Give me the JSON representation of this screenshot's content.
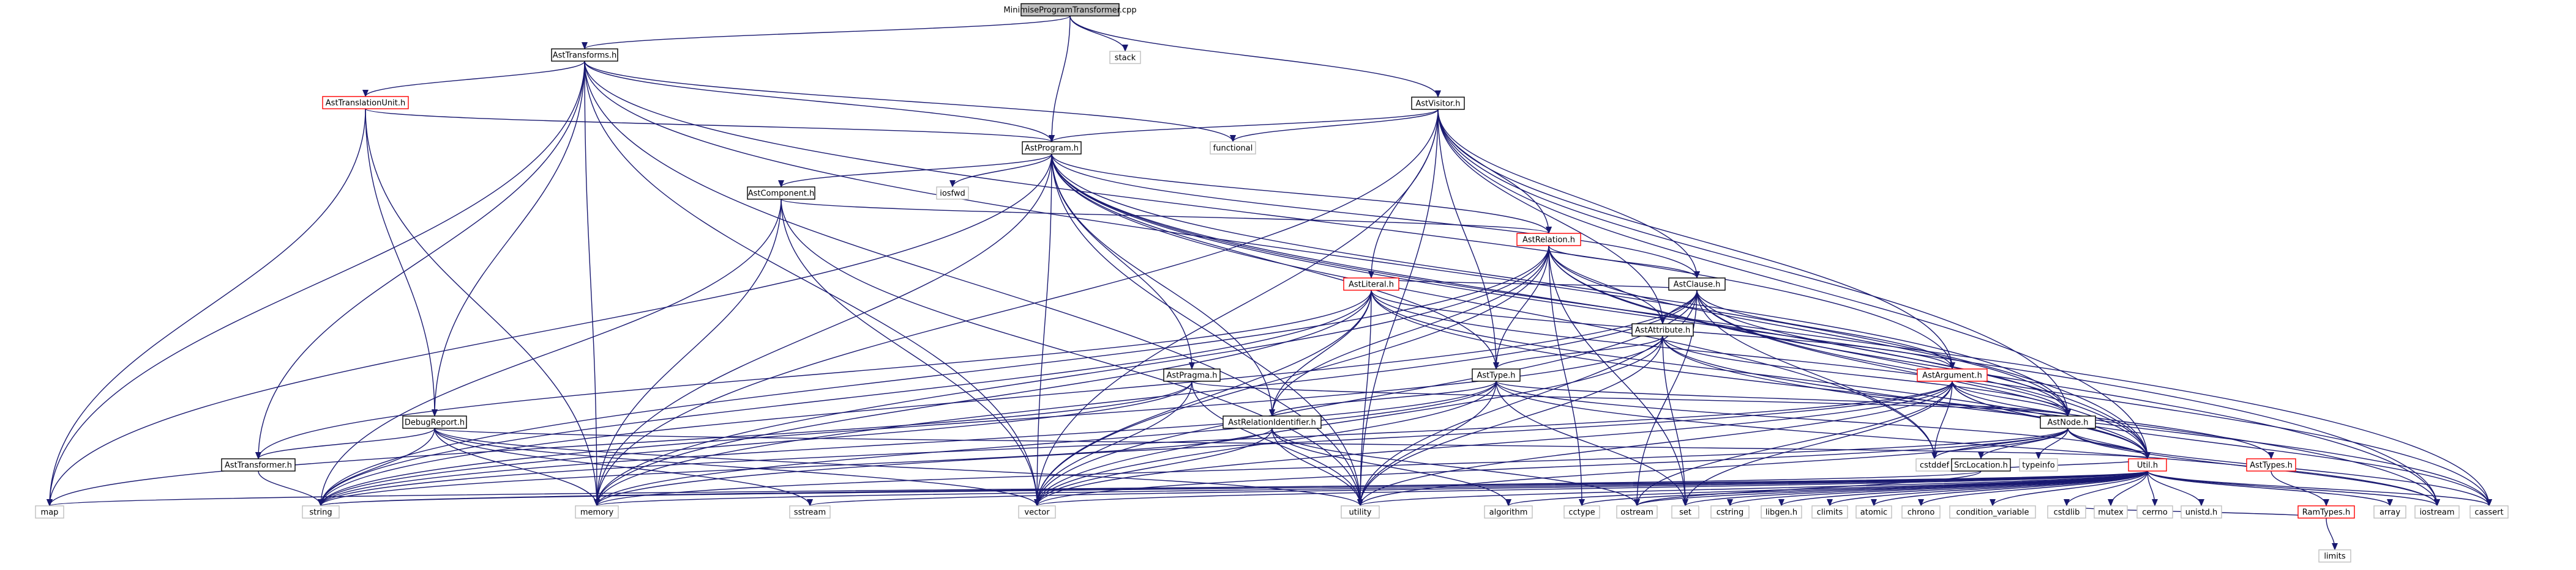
{
  "graph": {
    "title": "MinimiseProgramTransformer.cpp",
    "colors": {
      "edge": "#191970",
      "project_border": "#000000",
      "incomplete_border": "#ff0000",
      "system_border": "#bfbfbf",
      "root_fill": "#bfbfbf"
    },
    "nodes": [
      {
        "id": "root",
        "label": "MinimiseProgramTransformer.cpp",
        "kind": "root"
      },
      {
        "id": "asttransforms",
        "label": "AstTransforms.h",
        "kind": "project"
      },
      {
        "id": "stack",
        "label": "stack",
        "kind": "system"
      },
      {
        "id": "asttranslationunit",
        "label": "AstTranslationUnit.h",
        "kind": "incomplete"
      },
      {
        "id": "astvisitor",
        "label": "AstVisitor.h",
        "kind": "project"
      },
      {
        "id": "functional",
        "label": "functional",
        "kind": "system"
      },
      {
        "id": "astprogram",
        "label": "AstProgram.h",
        "kind": "project"
      },
      {
        "id": "iosfwd",
        "label": "iosfwd",
        "kind": "system"
      },
      {
        "id": "astcomponent",
        "label": "AstComponent.h",
        "kind": "project"
      },
      {
        "id": "astrelation",
        "label": "AstRelation.h",
        "kind": "incomplete"
      },
      {
        "id": "astclause",
        "label": "AstClause.h",
        "kind": "project"
      },
      {
        "id": "astliteral",
        "label": "AstLiteral.h",
        "kind": "incomplete"
      },
      {
        "id": "astattribute",
        "label": "AstAttribute.h",
        "kind": "project"
      },
      {
        "id": "astpragma",
        "label": "AstPragma.h",
        "kind": "project"
      },
      {
        "id": "asttype",
        "label": "AstType.h",
        "kind": "project"
      },
      {
        "id": "astargument",
        "label": "AstArgument.h",
        "kind": "incomplete"
      },
      {
        "id": "debugreport",
        "label": "DebugReport.h",
        "kind": "project"
      },
      {
        "id": "astrelationidentifier",
        "label": "AstRelationIdentifier.h",
        "kind": "project"
      },
      {
        "id": "astnode",
        "label": "AstNode.h",
        "kind": "project"
      },
      {
        "id": "asttransformer",
        "label": "AstTransformer.h",
        "kind": "project"
      },
      {
        "id": "cstddef",
        "label": "cstddef",
        "kind": "system"
      },
      {
        "id": "srclocation",
        "label": "SrcLocation.h",
        "kind": "project"
      },
      {
        "id": "typeinfo",
        "label": "typeinfo",
        "kind": "system"
      },
      {
        "id": "util",
        "label": "Util.h",
        "kind": "incomplete"
      },
      {
        "id": "asttypes",
        "label": "AstTypes.h",
        "kind": "incomplete"
      },
      {
        "id": "ramtypes",
        "label": "RamTypes.h",
        "kind": "incomplete"
      },
      {
        "id": "map",
        "label": "map",
        "kind": "system"
      },
      {
        "id": "string",
        "label": "string",
        "kind": "system"
      },
      {
        "id": "memory",
        "label": "memory",
        "kind": "system"
      },
      {
        "id": "sstream",
        "label": "sstream",
        "kind": "system"
      },
      {
        "id": "vector",
        "label": "vector",
        "kind": "system"
      },
      {
        "id": "utility",
        "label": "utility",
        "kind": "system"
      },
      {
        "id": "algorithm",
        "label": "algorithm",
        "kind": "system"
      },
      {
        "id": "cctype",
        "label": "cctype",
        "kind": "system"
      },
      {
        "id": "ostream",
        "label": "ostream",
        "kind": "system"
      },
      {
        "id": "set",
        "label": "set",
        "kind": "system"
      },
      {
        "id": "cstring",
        "label": "cstring",
        "kind": "system"
      },
      {
        "id": "libgen",
        "label": "libgen.h",
        "kind": "system"
      },
      {
        "id": "climits",
        "label": "climits",
        "kind": "system"
      },
      {
        "id": "atomic",
        "label": "atomic",
        "kind": "system"
      },
      {
        "id": "chrono",
        "label": "chrono",
        "kind": "system"
      },
      {
        "id": "condition_variable",
        "label": "condition_variable",
        "kind": "system"
      },
      {
        "id": "cstdlib",
        "label": "cstdlib",
        "kind": "system"
      },
      {
        "id": "mutex",
        "label": "mutex",
        "kind": "system"
      },
      {
        "id": "cerrno",
        "label": "cerrno",
        "kind": "system"
      },
      {
        "id": "unistd",
        "label": "unistd.h",
        "kind": "system"
      },
      {
        "id": "array",
        "label": "array",
        "kind": "system"
      },
      {
        "id": "iostream",
        "label": "iostream",
        "kind": "system"
      },
      {
        "id": "cassert",
        "label": "cassert",
        "kind": "system"
      },
      {
        "id": "limits",
        "label": "limits",
        "kind": "system"
      }
    ],
    "edges": [
      [
        "root",
        "asttransforms"
      ],
      [
        "root",
        "stack"
      ],
      [
        "root",
        "astvisitor"
      ],
      [
        "root",
        "astprogram"
      ],
      [
        "asttransforms",
        "asttranslationunit"
      ],
      [
        "asttransforms",
        "functional"
      ],
      [
        "asttransforms",
        "astprogram"
      ],
      [
        "asttransforms",
        "astargument"
      ],
      [
        "asttransforms",
        "debugreport"
      ],
      [
        "asttransforms",
        "asttransformer"
      ],
      [
        "asttransforms",
        "map"
      ],
      [
        "asttransforms",
        "memory"
      ],
      [
        "asttransforms",
        "vector"
      ],
      [
        "asttransforms",
        "utility"
      ],
      [
        "asttransforms",
        "util"
      ],
      [
        "asttranslationunit",
        "astprogram"
      ],
      [
        "asttranslationunit",
        "debugreport"
      ],
      [
        "asttranslationunit",
        "map"
      ],
      [
        "asttranslationunit",
        "memory"
      ],
      [
        "astvisitor",
        "astprogram"
      ],
      [
        "astvisitor",
        "functional"
      ],
      [
        "astvisitor",
        "astrelation"
      ],
      [
        "astvisitor",
        "astclause"
      ],
      [
        "astvisitor",
        "astliteral"
      ],
      [
        "astvisitor",
        "astattribute"
      ],
      [
        "astvisitor",
        "asttype"
      ],
      [
        "astvisitor",
        "astargument"
      ],
      [
        "astvisitor",
        "astnode"
      ],
      [
        "astvisitor",
        "memory"
      ],
      [
        "astvisitor",
        "vector"
      ],
      [
        "astvisitor",
        "utility"
      ],
      [
        "astvisitor",
        "util"
      ],
      [
        "astprogram",
        "iosfwd"
      ],
      [
        "astprogram",
        "astcomponent"
      ],
      [
        "astprogram",
        "astrelation"
      ],
      [
        "astprogram",
        "astclause"
      ],
      [
        "astprogram",
        "astpragma"
      ],
      [
        "astprogram",
        "asttype"
      ],
      [
        "astprogram",
        "astrelationidentifier"
      ],
      [
        "astprogram",
        "astnode"
      ],
      [
        "astprogram",
        "util"
      ],
      [
        "astprogram",
        "map"
      ],
      [
        "astprogram",
        "memory"
      ],
      [
        "astprogram",
        "vector"
      ],
      [
        "astprogram",
        "utility"
      ],
      [
        "astprogram",
        "cstddef"
      ],
      [
        "astprogram",
        "iostream"
      ],
      [
        "astprogram",
        "cassert"
      ],
      [
        "astcomponent",
        "astrelation"
      ],
      [
        "astcomponent",
        "string"
      ],
      [
        "astcomponent",
        "memory"
      ],
      [
        "astcomponent",
        "vector"
      ],
      [
        "astcomponent",
        "utility"
      ],
      [
        "astrelation",
        "astclause"
      ],
      [
        "astrelation",
        "astattribute"
      ],
      [
        "astrelation",
        "asttype"
      ],
      [
        "astrelation",
        "astrelationidentifier"
      ],
      [
        "astrelation",
        "astnode"
      ],
      [
        "astrelation",
        "util"
      ],
      [
        "astrelation",
        "string"
      ],
      [
        "astrelation",
        "memory"
      ],
      [
        "astrelation",
        "vector"
      ],
      [
        "astrelation",
        "set"
      ],
      [
        "astrelation",
        "cctype"
      ],
      [
        "astrelation",
        "iostream"
      ],
      [
        "astclause",
        "astliteral"
      ],
      [
        "astclause",
        "astattribute"
      ],
      [
        "astclause",
        "astargument"
      ],
      [
        "astclause",
        "astnode"
      ],
      [
        "astclause",
        "util"
      ],
      [
        "astclause",
        "string"
      ],
      [
        "astclause",
        "memory"
      ],
      [
        "astclause",
        "vector"
      ],
      [
        "astclause",
        "utility"
      ],
      [
        "astclause",
        "cstddef"
      ],
      [
        "astclause",
        "ostream"
      ],
      [
        "astclause",
        "cassert"
      ],
      [
        "astliteral",
        "astrelationidentifier"
      ],
      [
        "astliteral",
        "astargument"
      ],
      [
        "astliteral",
        "astnode"
      ],
      [
        "astliteral",
        "util"
      ],
      [
        "astliteral",
        "string"
      ],
      [
        "astliteral",
        "memory"
      ],
      [
        "astliteral",
        "vector"
      ],
      [
        "astliteral",
        "utility"
      ],
      [
        "astliteral",
        "iostream"
      ],
      [
        "astliteral",
        "asttransformer"
      ],
      [
        "astattribute",
        "asttype"
      ],
      [
        "astattribute",
        "astnode"
      ],
      [
        "astattribute",
        "util"
      ],
      [
        "astattribute",
        "string"
      ],
      [
        "astattribute",
        "vector"
      ],
      [
        "astattribute",
        "utility"
      ],
      [
        "astattribute",
        "set"
      ],
      [
        "astattribute",
        "cassert"
      ],
      [
        "astpragma",
        "astnode"
      ],
      [
        "astpragma",
        "string"
      ],
      [
        "astpragma",
        "vector"
      ],
      [
        "astpragma",
        "utility"
      ],
      [
        "astpragma",
        "map"
      ],
      [
        "asttype",
        "astnode"
      ],
      [
        "asttype",
        "astrelationidentifier"
      ],
      [
        "asttype",
        "util"
      ],
      [
        "asttype",
        "string"
      ],
      [
        "asttype",
        "memory"
      ],
      [
        "asttype",
        "vector"
      ],
      [
        "asttype",
        "utility"
      ],
      [
        "asttype",
        "set"
      ],
      [
        "asttype",
        "iostream"
      ],
      [
        "astargument",
        "astnode"
      ],
      [
        "astargument",
        "asttypes"
      ],
      [
        "astargument",
        "util"
      ],
      [
        "astargument",
        "string"
      ],
      [
        "astargument",
        "memory"
      ],
      [
        "astargument",
        "vector"
      ],
      [
        "astargument",
        "utility"
      ],
      [
        "astargument",
        "cstddef"
      ],
      [
        "astargument",
        "ostream"
      ],
      [
        "astargument",
        "set"
      ],
      [
        "astargument",
        "cassert"
      ],
      [
        "debugreport",
        "asttransformer"
      ],
      [
        "debugreport",
        "util"
      ],
      [
        "debugreport",
        "string"
      ],
      [
        "debugreport",
        "memory"
      ],
      [
        "debugreport",
        "sstream"
      ],
      [
        "debugreport",
        "vector"
      ],
      [
        "debugreport",
        "utility"
      ],
      [
        "astrelationidentifier",
        "string"
      ],
      [
        "astrelationidentifier",
        "vector"
      ],
      [
        "astrelationidentifier",
        "utility"
      ],
      [
        "astrelationidentifier",
        "algorithm"
      ],
      [
        "astrelationidentifier",
        "ostream"
      ],
      [
        "astnode",
        "srclocation"
      ],
      [
        "astnode",
        "typeinfo"
      ],
      [
        "astnode",
        "util"
      ],
      [
        "astnode",
        "cstddef"
      ],
      [
        "astnode",
        "memory"
      ],
      [
        "astnode",
        "vector"
      ],
      [
        "astnode",
        "utility"
      ],
      [
        "astnode",
        "iostream"
      ],
      [
        "astnode",
        "cassert"
      ],
      [
        "asttransformer",
        "string"
      ],
      [
        "srclocation",
        "string"
      ],
      [
        "srclocation",
        "ostream"
      ],
      [
        "srclocation",
        "util"
      ],
      [
        "util",
        "map"
      ],
      [
        "util",
        "string"
      ],
      [
        "util",
        "memory"
      ],
      [
        "util",
        "sstream"
      ],
      [
        "util",
        "vector"
      ],
      [
        "util",
        "utility"
      ],
      [
        "util",
        "algorithm"
      ],
      [
        "util",
        "cctype"
      ],
      [
        "util",
        "ostream"
      ],
      [
        "util",
        "set"
      ],
      [
        "util",
        "cstring"
      ],
      [
        "util",
        "libgen"
      ],
      [
        "util",
        "climits"
      ],
      [
        "util",
        "atomic"
      ],
      [
        "util",
        "chrono"
      ],
      [
        "util",
        "condition_variable"
      ],
      [
        "util",
        "cstdlib"
      ],
      [
        "util",
        "mutex"
      ],
      [
        "util",
        "cerrno"
      ],
      [
        "util",
        "unistd"
      ],
      [
        "util",
        "array"
      ],
      [
        "util",
        "iostream"
      ],
      [
        "util",
        "cassert"
      ],
      [
        "asttypes",
        "ramtypes"
      ],
      [
        "ramtypes",
        "limits"
      ],
      [
        "ramtypes",
        "cstdlib"
      ]
    ]
  }
}
